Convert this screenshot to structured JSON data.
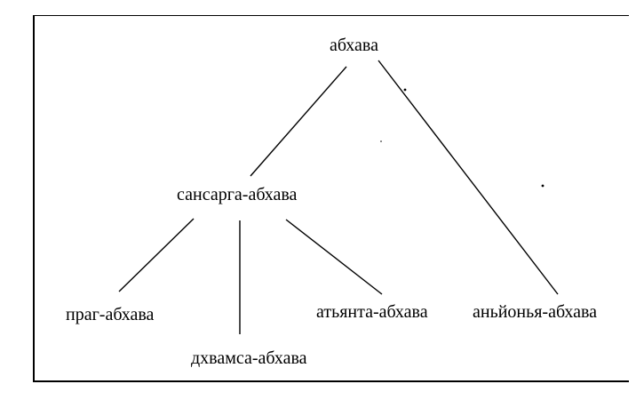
{
  "tree": {
    "root": "абхава",
    "samsarga": "сансарга-абхава",
    "prag": "праг-абхава",
    "dhvamsa": "дхвамса-абхава",
    "atyanta": "атьянта-абхава",
    "anyonya": "аньйонья-абхава"
  }
}
